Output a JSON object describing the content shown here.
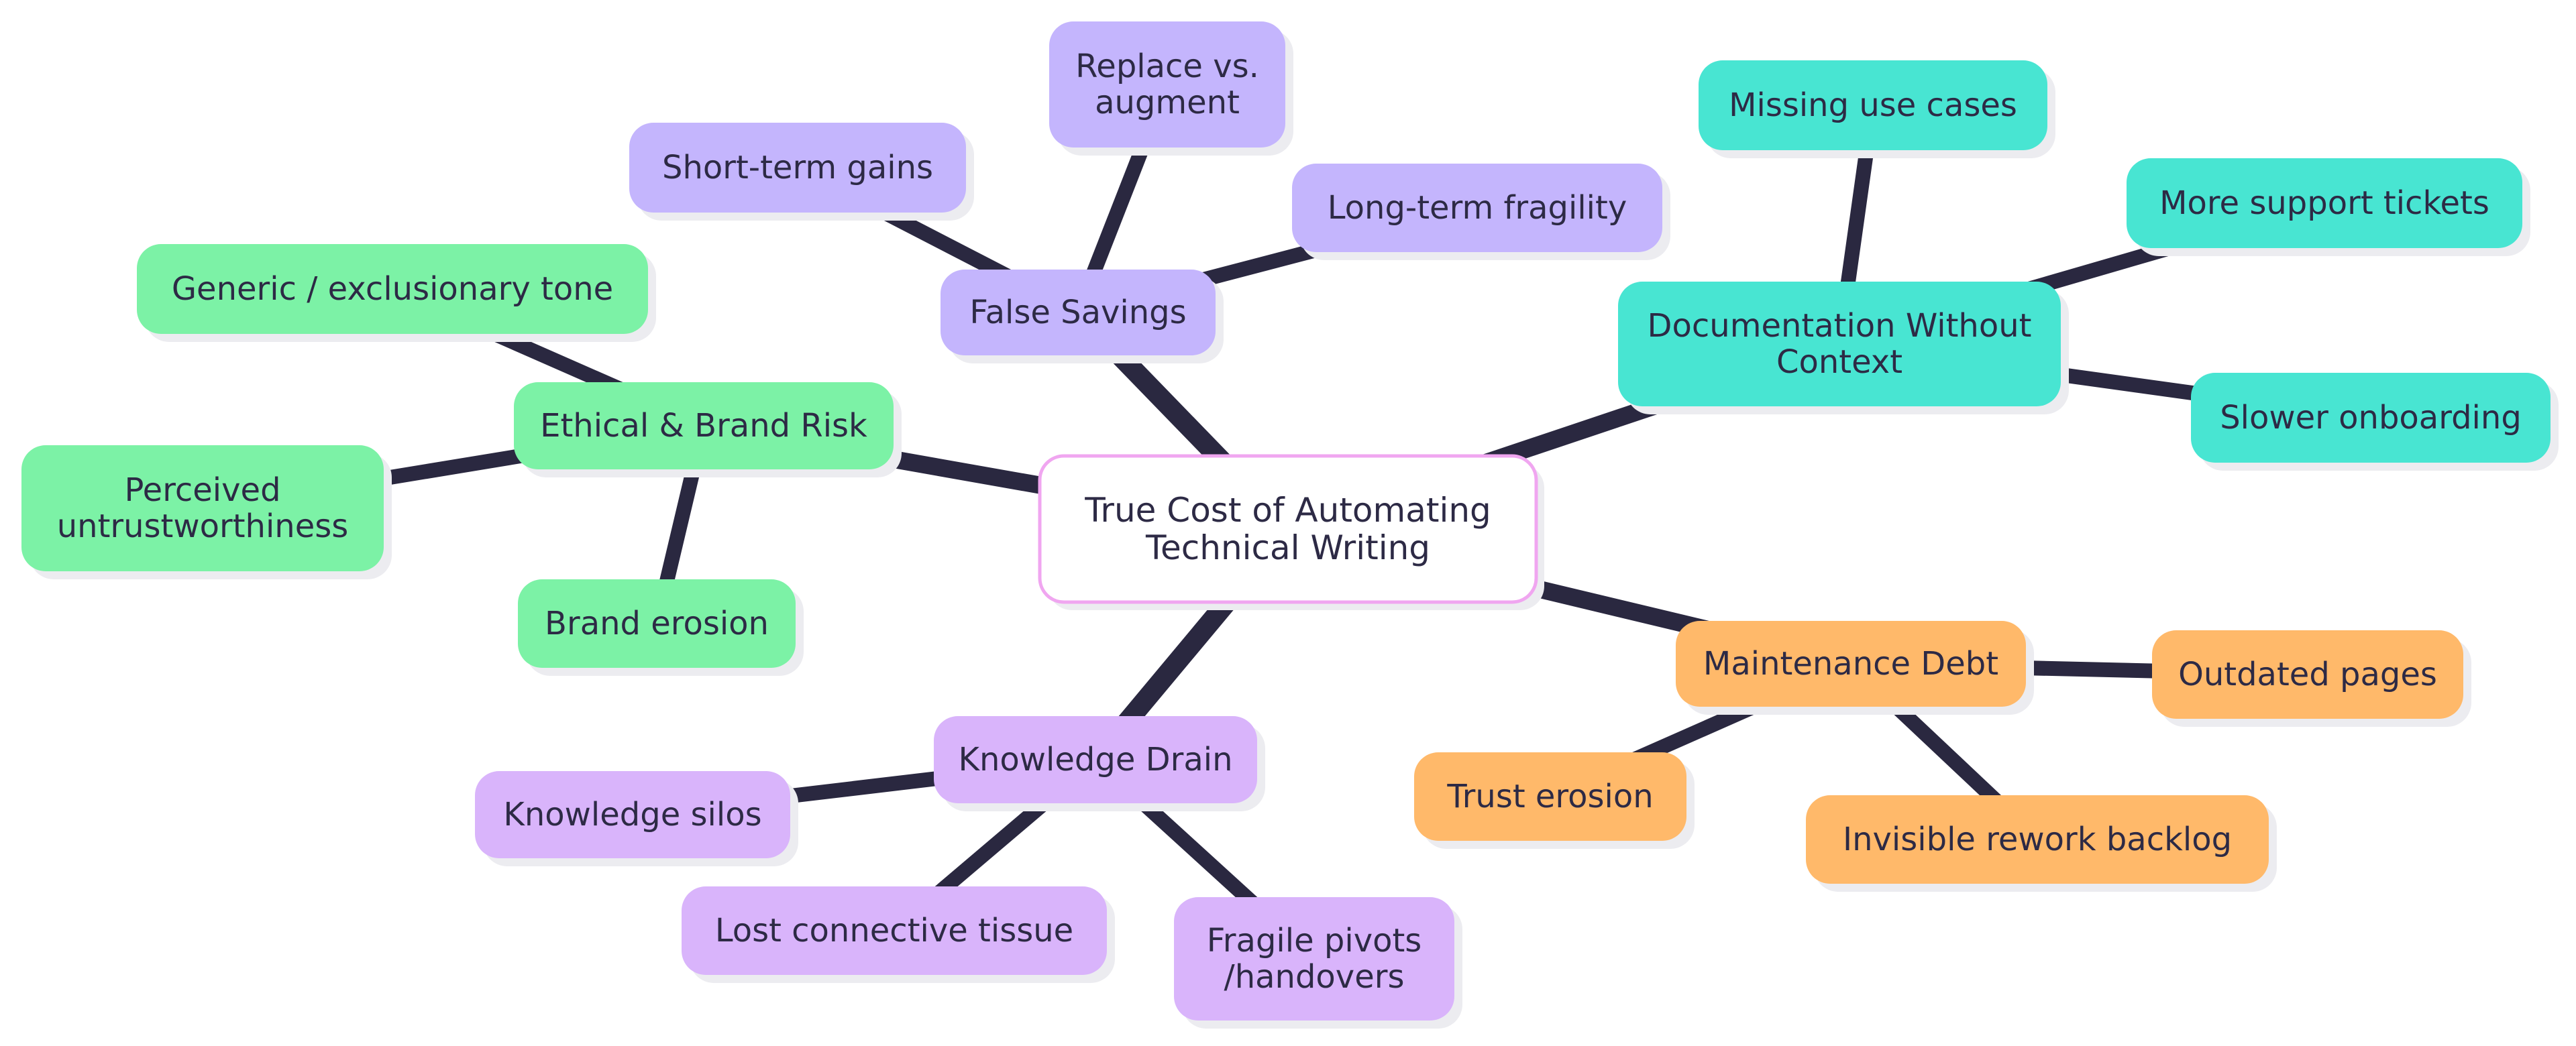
{
  "root": {
    "lines": [
      "True Cost of Automating",
      "Technical Writing"
    ]
  },
  "colors": {
    "edge": "#2a2840",
    "text": "#2d2a45",
    "shadow": "#ececf0",
    "root_fill": "#ffffff",
    "root_border": "#f0a6f0",
    "false_savings": "#c4b5fd",
    "documentation": "#48e5d2",
    "maintenance": "#ffb96a",
    "knowledge": "#d9b4fb",
    "ethical": "#7cf2a6"
  },
  "branches": [
    {
      "key": "false-savings",
      "color": "false_savings",
      "lines": [
        "False Savings"
      ],
      "children": [
        {
          "key": "short-term-gains",
          "lines": [
            "Short-term gains"
          ]
        },
        {
          "key": "replace-vs-augment",
          "lines": [
            "Replace vs.",
            "augment"
          ]
        },
        {
          "key": "long-term-fragility",
          "lines": [
            "Long-term fragility"
          ]
        }
      ]
    },
    {
      "key": "documentation-without-context",
      "color": "documentation",
      "lines": [
        "Documentation Without",
        "Context"
      ],
      "children": [
        {
          "key": "missing-use-cases",
          "lines": [
            "Missing use cases"
          ]
        },
        {
          "key": "more-support-tickets",
          "lines": [
            "More support tickets"
          ]
        },
        {
          "key": "slower-onboarding",
          "lines": [
            "Slower onboarding"
          ]
        }
      ]
    },
    {
      "key": "maintenance-debt",
      "color": "maintenance",
      "lines": [
        "Maintenance Debt"
      ],
      "children": [
        {
          "key": "outdated-pages",
          "lines": [
            "Outdated pages"
          ]
        },
        {
          "key": "trust-erosion",
          "lines": [
            "Trust erosion"
          ]
        },
        {
          "key": "invisible-rework-backlog",
          "lines": [
            "Invisible rework backlog"
          ]
        }
      ]
    },
    {
      "key": "knowledge-drain",
      "color": "knowledge",
      "lines": [
        "Knowledge Drain"
      ],
      "children": [
        {
          "key": "knowledge-silos",
          "lines": [
            "Knowledge silos"
          ]
        },
        {
          "key": "lost-connective-tissue",
          "lines": [
            "Lost connective tissue"
          ]
        },
        {
          "key": "fragile-pivots-handovers",
          "lines": [
            "Fragile pivots",
            "/handovers"
          ]
        }
      ]
    },
    {
      "key": "ethical-brand-risk",
      "color": "ethical",
      "lines": [
        "Ethical & Brand Risk"
      ],
      "children": [
        {
          "key": "generic-exclusionary-tone",
          "lines": [
            "Generic / exclusionary tone"
          ]
        },
        {
          "key": "perceived-untrustworthiness",
          "lines": [
            "Perceived",
            "untrustworthiness"
          ]
        },
        {
          "key": "brand-erosion",
          "lines": [
            "Brand erosion"
          ]
        }
      ]
    }
  ]
}
